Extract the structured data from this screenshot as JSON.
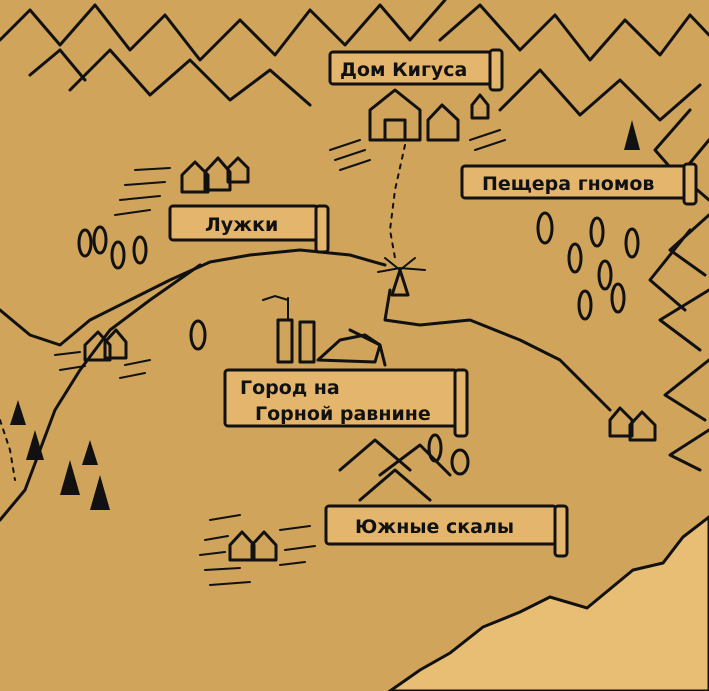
{
  "colors": {
    "land": "#d0a45a",
    "lowland": "#e8be74",
    "scroll": "#e4b56c",
    "ink": "#111111"
  },
  "labels": {
    "kigus_house": "Дом Кигуса",
    "gnome_cave": "Пещера гномов",
    "luzhki": "Лужки",
    "city": {
      "lines": [
        "Город на",
        "Горной равнине"
      ]
    },
    "southern_cliffs": "Южные скалы"
  }
}
